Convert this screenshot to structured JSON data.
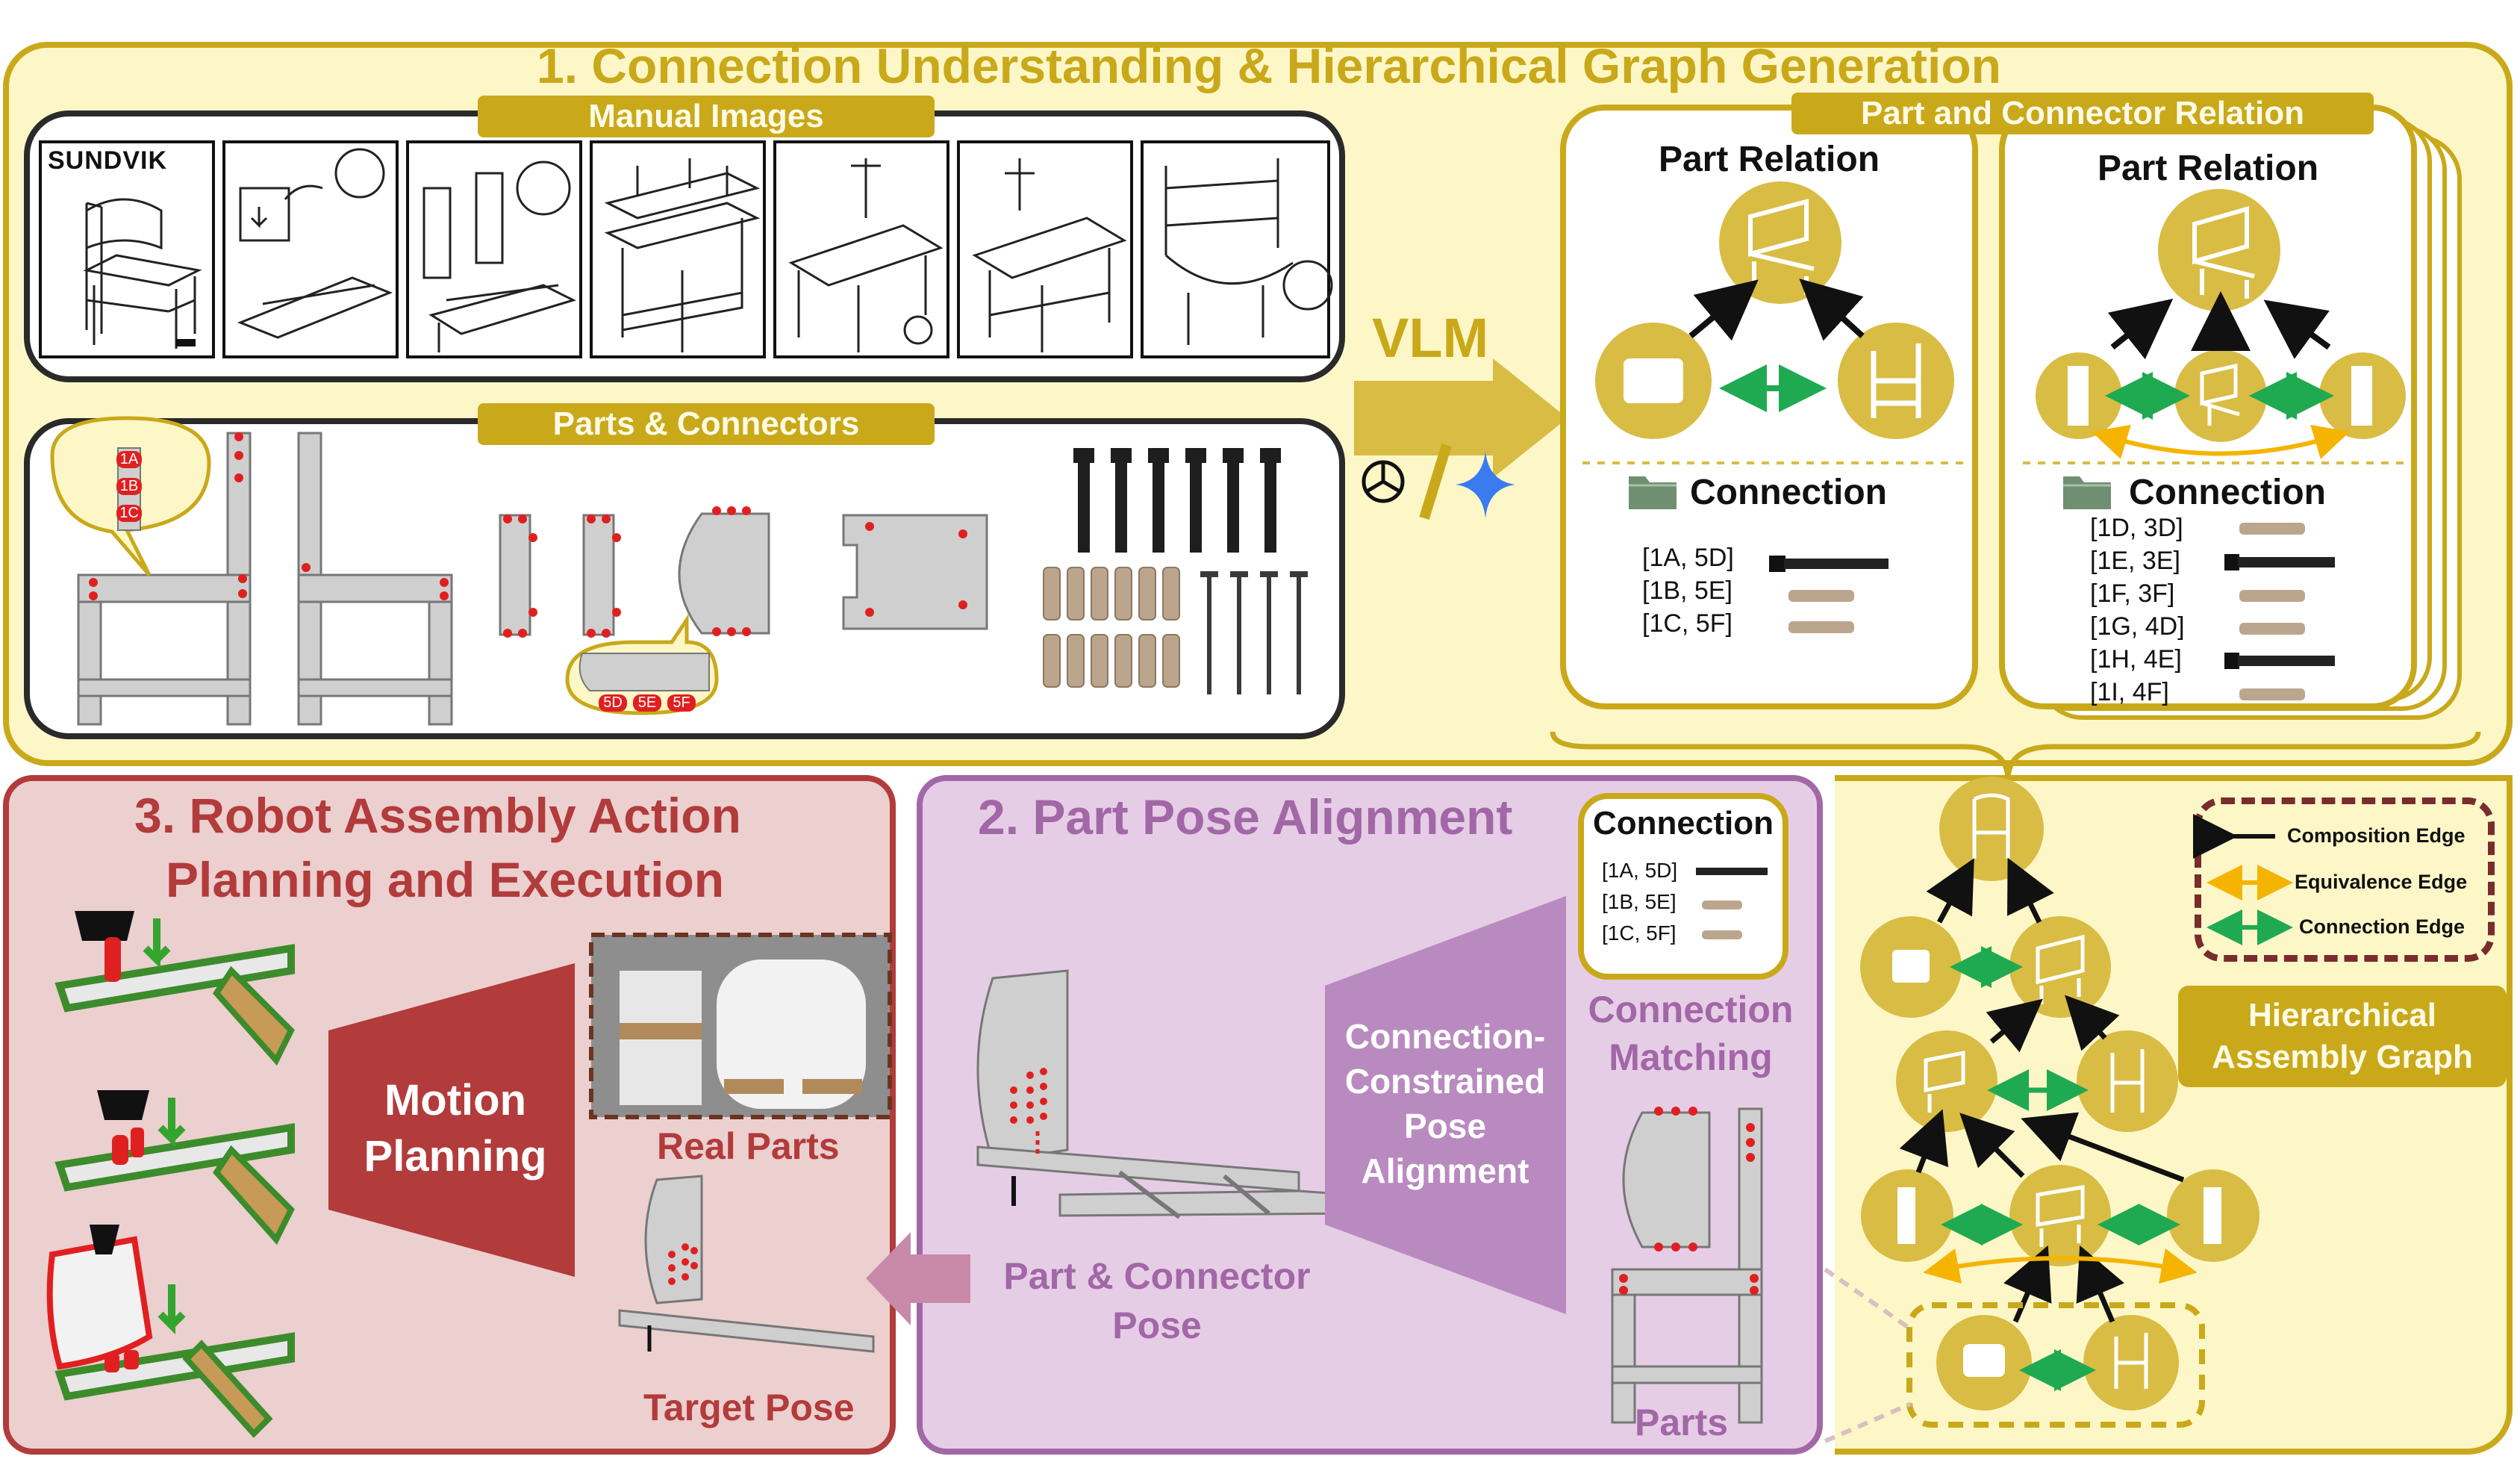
{
  "section1": {
    "title": "1. Connection Understanding & Hierarchical Graph Generation",
    "manual_images_label": "Manual Images",
    "manual_brand": "SUNDVIK",
    "parts_connectors_label": "Parts & Connectors",
    "bubble_top": [
      "1A",
      "1B",
      "1C"
    ],
    "bubble_bottom": [
      "5D",
      "5E",
      "5F"
    ],
    "vlm_label": "VLM",
    "relation_group_label": "Part and Connector Relation",
    "part_relation_title": "Part Relation",
    "connection_title": "Connection",
    "left_connections": [
      "[1A, 5D]",
      "[1B, 5E]",
      "[1C, 5F]"
    ],
    "right_connections": [
      "[1D, 3D]",
      "[1E, 3E]",
      "[1F, 3F]",
      "[1G, 4D]",
      "[1H, 4E]",
      "[1I, 4F]"
    ]
  },
  "section2": {
    "title": "2. Part Pose Alignment",
    "connection_title": "Connection",
    "connections": [
      "[1A, 5D]",
      "[1B, 5E]",
      "[1C, 5F]"
    ],
    "alignment_label": [
      "Connection-",
      "Constrained",
      "Pose",
      "Alignment"
    ],
    "matching_label": [
      "Connection",
      "Matching"
    ],
    "pose_label": [
      "Part & Connector",
      "Pose"
    ],
    "parts_label": "Parts"
  },
  "section3": {
    "title_line1": "3. Robot Assembly Action",
    "title_line2": "Planning and Execution",
    "motion_label": [
      "Motion",
      "Planning"
    ],
    "real_parts_label": "Real Parts",
    "target_pose_label": "Target Pose"
  },
  "legend": {
    "composition": "Composition Edge",
    "equivalence": "Equivalence Edge",
    "connection": "Connection Edge",
    "graph_label": [
      "Hierarchical",
      "Assembly Graph"
    ]
  },
  "colors": {
    "gold": "#c9a91a",
    "light_yellow": "#fdf7c8",
    "red_panel": "#eccfcf",
    "red_border": "#b23b3b",
    "purple_panel": "#e6cde6",
    "purple_border": "#a267a7",
    "green_edge": "#1faa52",
    "orange_edge": "#f5b400"
  }
}
